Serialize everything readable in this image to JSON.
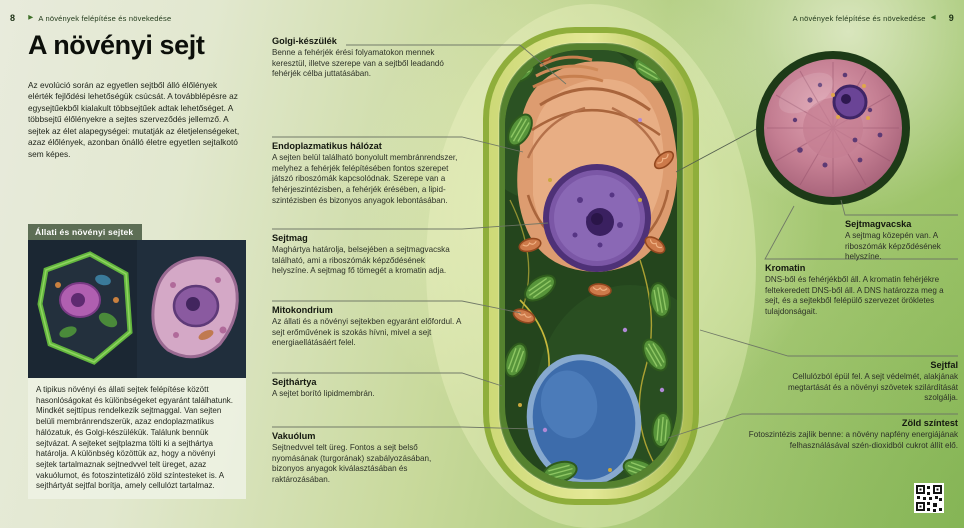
{
  "header_left": {
    "page_number": "8",
    "chapter": "A növények felépítése és növekedése"
  },
  "header_right": {
    "page_number": "9",
    "chapter": "A növények felépítése és növekedése"
  },
  "article": {
    "title": "A növényi sejt",
    "intro": "Az evolúció során az egyetlen sejtből álló élőlények elérték fejlődési lehetőségük csúcsát. A továbblépésre az egysejtűekből kialakult többsejtűek adtak lehetőséget. A többsejtű élőlényekre a sejtes szerveződés jellemző. A sejtek az élet alapegységei: mutatják az életjelenségeket, azaz élőlények, azonban önálló életre egyetlen sejtalkotó sem képes."
  },
  "sidebar": {
    "header": "Állati és növényi sejtek",
    "body": "A tipikus növényi és állati sejtek felépítése között hasonlóságokat és különbségeket egyaránt találhatunk. Mindkét sejttípus rendelkezik sejtmaggal. Van sejten belüli membránrendszerük, azaz endoplazmatikus hálózatuk, és Golgi-készülékük. Találunk bennük sejtvázat. A sejteket sejtplazma tölti ki a sejthártya határolja. A különbség közöttük az, hogy a növényi sejtek tartalmaznak sejtnedvvel telt üreget, azaz vakuólumot, és fotoszintetizáló zöld színtesteket is. A sejthártyát sejtfal borítja, amely cellulózt tartalmaz."
  },
  "callouts": [
    {
      "title": "Golgi-készülék",
      "body": "Benne a fehérjék érési folyamatokon mennek keresztül, illetve szerepe van a sejtből leadandó fehérjék célba juttatásában."
    },
    {
      "title": "Endoplazmatikus hálózat",
      "body": "A sejten belül található bonyolult membránrendszer, melyhez a fehérjék felépítésében fontos szerepet játszó riboszómák kapcsolódnak. Szerepe van a fehérjeszintézisben, a fehérjék érésében, a lipid-szintézisben és bizonyos anyagok lebontásában."
    },
    {
      "title": "Sejtmag",
      "body": "Maghártya határolja, belsejében a sejtmagvacska található, ami a riboszómák képződésének helyszíne. A sejtmag fő tömegét a kromatin adja."
    },
    {
      "title": "Mitokondrium",
      "body": "Az állati és a növényi sejtekben egyaránt előfordul. A sejt erőművének is szokás hívni, mivel a sejt energiaellátásáért felel."
    },
    {
      "title": "Sejthártya",
      "body": "A sejtet borító lipidmembrán."
    },
    {
      "title": "Vakuólum",
      "body": "Sejtnedvvel telt üreg. Fontos a sejt belső nyomásának (turgorának) szabályozásában, bizonyos anyagok kiválasztásában és raktározásában."
    },
    {
      "title": "Sejtmagvacska",
      "body": "A sejtmag közepén van. A riboszómák képződésének helyszíne."
    },
    {
      "title": "Kromatin",
      "body": "DNS-ből és fehérjékből áll. A kromatin fehérjékre feltekeredett DNS-ből áll. A DNS határozza meg a sejt, és a sejtekből felépülő szervezet örökletes tulajdonságait."
    },
    {
      "title": "Sejtfal",
      "body": "Cellulózból épül fel. A sejt védelmét, alakjának megtartását és a növényi szövetek szilárdítását szolgálja."
    },
    {
      "title": "Zöld színtest",
      "body": "Fotoszintézis zajlik benne: a növény napfény energiájának felhasználásával szén-dioxidból cukrot állít elő."
    }
  ],
  "icons": {
    "chapter_arrow_right": "▶",
    "chapter_arrow_left": "◀",
    "qr_code": "qr-code"
  },
  "colors": {
    "accent_green": "#3e7028",
    "box_header_bg": "#5d6e55",
    "leader_line": "#6d7565"
  }
}
